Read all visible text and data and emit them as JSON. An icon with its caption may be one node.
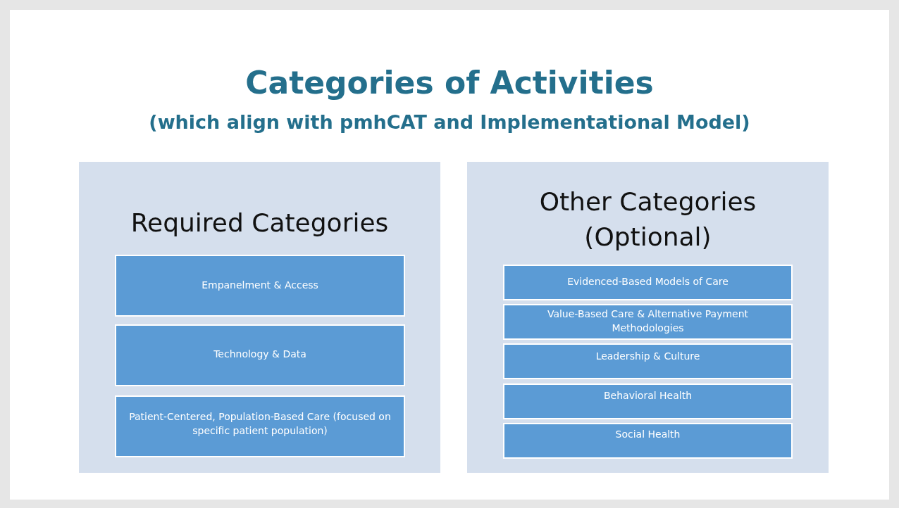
{
  "diagram": {
    "title": "Categories of Activities",
    "nodes": [
      {
        "text": [
          "Required Categories"
        ]
      },
      {
        "text": [
          "Empanelment & Access"
        ],
        "in": 0
      },
      {
        "text": [
          "Technology & Data"
        ],
        "in": 0
      },
      {
        "text": [
          "Patient-Centered, Population-Based Care (focused on specific patient population)"
        ],
        "in": 0
      },
      {
        "text": [
          "Other Categories (Optional)"
        ]
      },
      {
        "text": [
          "Evidenced-Based Models of Care"
        ],
        "in": 4
      },
      {
        "text": [
          "Value-Based Care & Alternative Payment Methodologies"
        ],
        "in": 4
      },
      {
        "text": [
          "Leadership & Culture"
        ],
        "in": 4
      },
      {
        "text": [
          "Behavioral Health"
        ],
        "in": 4
      },
      {
        "text": [
          "Social Health"
        ],
        "in": 4
      }
    ],
    "labels": [
      "(which align with pmhCAT and Implementational Model)"
    ]
  }
}
